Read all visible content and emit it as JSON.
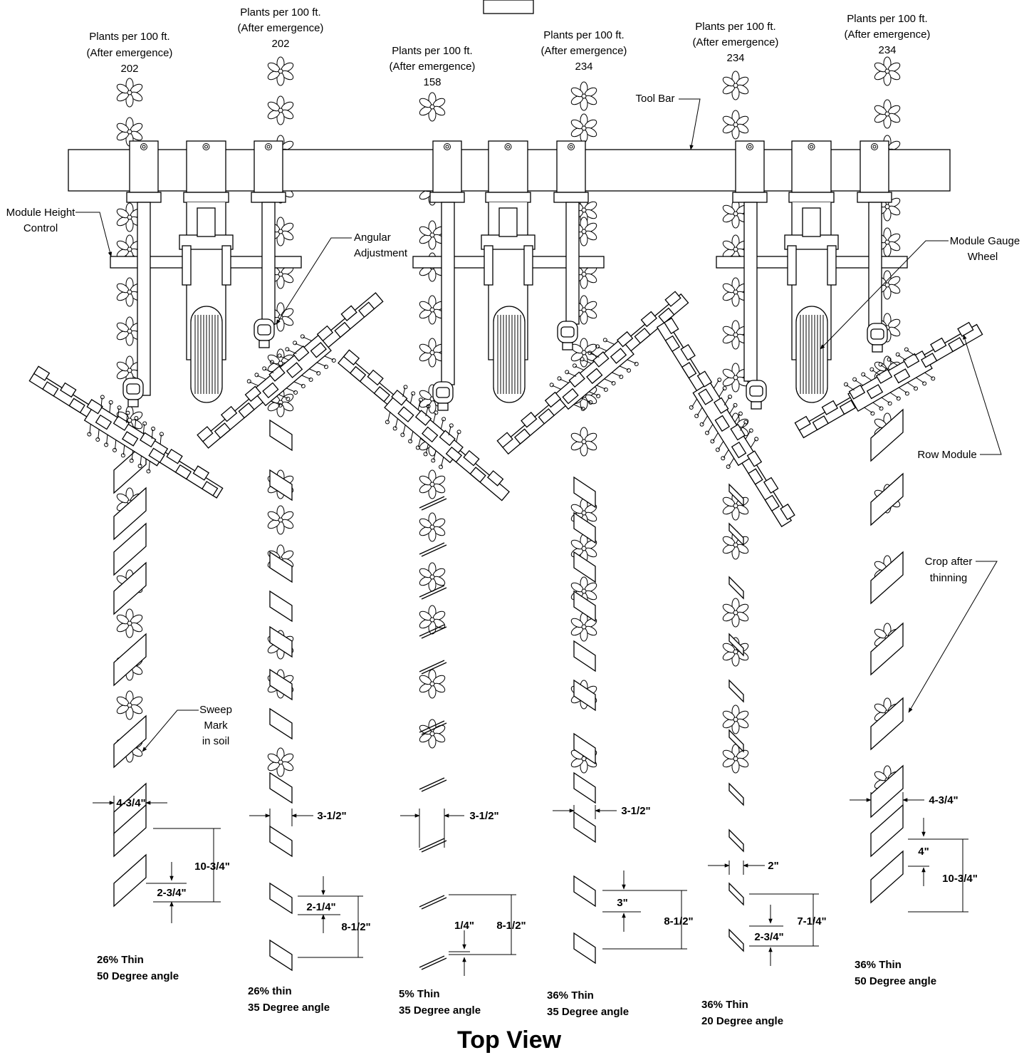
{
  "title": "Top View",
  "rows": [
    {
      "header": [
        "Plants per 100 ft.",
        "(After emergence)",
        "202"
      ],
      "note": [
        "26% Thin",
        "50 Degree angle"
      ],
      "dims": {
        "width": "4-3/4\"",
        "spacing": "10-3/4\"",
        "gap": "2-3/4\""
      }
    },
    {
      "header": [
        "Plants per 100 ft.",
        "(After emergence)",
        "202"
      ],
      "note": [
        "26% thin",
        "35 Degree angle"
      ],
      "dims": {
        "width": "3-1/2\"",
        "spacing": "8-1/2\"",
        "gap": "2-1/4\""
      }
    },
    {
      "header": [
        "Plants per 100 ft.",
        "(After emergence)",
        "158"
      ],
      "note": [
        "5% Thin",
        "35 Degree angle"
      ],
      "dims": {
        "width": "3-1/2\"",
        "spacing": "8-1/2\"",
        "gap": "1/4\""
      }
    },
    {
      "header": [
        "Plants per 100 ft.",
        "(After emergence)",
        "234"
      ],
      "note": [
        "36% Thin",
        "35 Degree angle"
      ],
      "dims": {
        "width": "3-1/2\"",
        "spacing": "8-1/2\"",
        "gap": "3\""
      }
    },
    {
      "header": [
        "Plants per 100 ft.",
        "(After emergence)",
        "234"
      ],
      "note": [
        "36% Thin",
        "20 Degree angle"
      ],
      "dims": {
        "width": "2\"",
        "spacing": "7-1/4\"",
        "gap": "2-3/4\""
      }
    },
    {
      "header": [
        "Plants per 100 ft.",
        "(After emergence)",
        "234"
      ],
      "note": [
        "36% Thin",
        "50 Degree angle"
      ],
      "dims": {
        "width": "4-3/4\"",
        "spacing": "10-3/4\"",
        "gap": "4\""
      }
    }
  ],
  "callouts": {
    "tool_bar": "Tool Bar",
    "module_height": [
      "Module Height",
      "Control"
    ],
    "angular": [
      "Angular",
      "Adjustment"
    ],
    "gauge_wheel": [
      "Module Gauge",
      "Wheel"
    ],
    "row_module": "Row Module",
    "crop_after": [
      "Crop after",
      "thinning"
    ],
    "sweep_mark": [
      "Sweep",
      "Mark",
      "in soil"
    ]
  }
}
